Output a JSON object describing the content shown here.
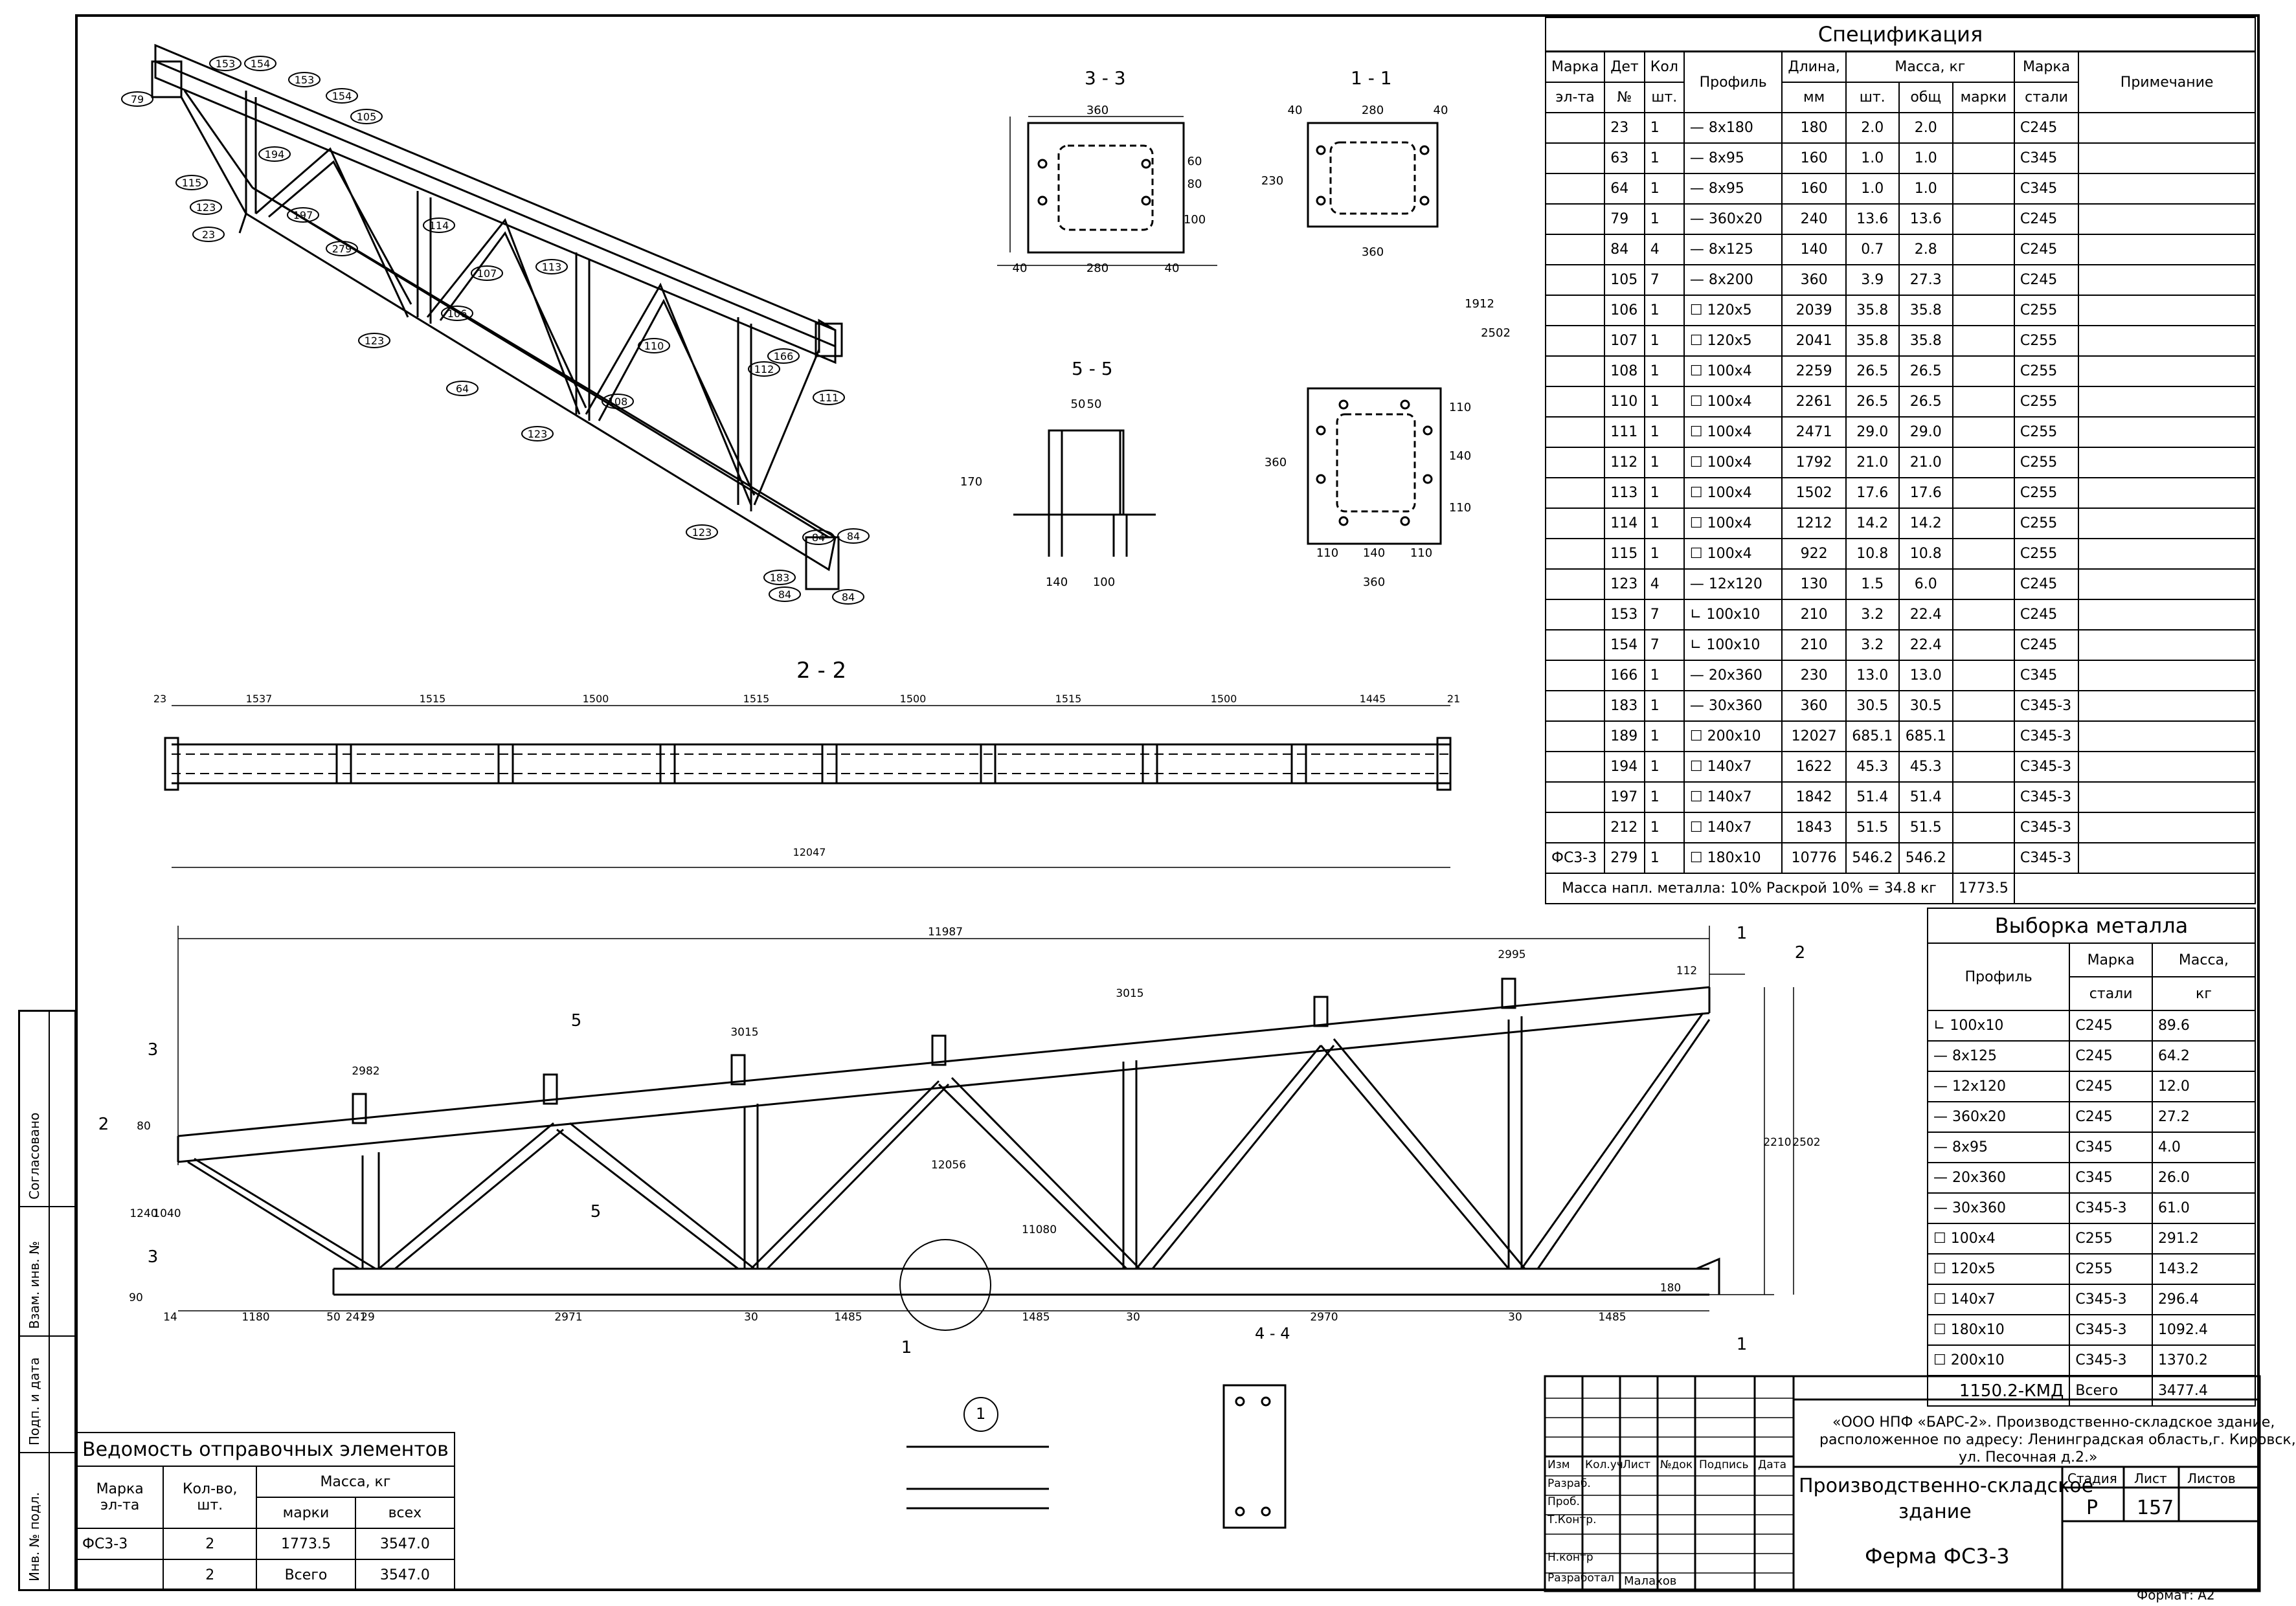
{
  "spec": {
    "title": "Спецификация",
    "headers": {
      "mark": "Марка",
      "mark2": "эл-та",
      "det": "Дет",
      "det2": "№",
      "qty": "Кол",
      "qty2": "шт.",
      "profile": "Профиль",
      "length": "Длина,",
      "length2": "мм",
      "mass": "Масса, кг",
      "mass_pc": "шт.",
      "mass_total": "общ",
      "mass_mark": "марки",
      "steel": "Марка",
      "steel2": "стали",
      "note": "Примечание"
    },
    "mark_name": "ФС3-3",
    "rows": [
      {
        "det": "23",
        "qty": "1",
        "profile": "— 8х180",
        "len": "180",
        "m1": "2.0",
        "mt": "2.0",
        "steel": "C245"
      },
      {
        "det": "63",
        "qty": "1",
        "profile": "— 8х95",
        "len": "160",
        "m1": "1.0",
        "mt": "1.0",
        "steel": "C345"
      },
      {
        "det": "64",
        "qty": "1",
        "profile": "— 8х95",
        "len": "160",
        "m1": "1.0",
        "mt": "1.0",
        "steel": "C345"
      },
      {
        "det": "79",
        "qty": "1",
        "profile": "— 360х20",
        "len": "240",
        "m1": "13.6",
        "mt": "13.6",
        "steel": "C245"
      },
      {
        "det": "84",
        "qty": "4",
        "profile": "— 8х125",
        "len": "140",
        "m1": "0.7",
        "mt": "2.8",
        "steel": "C245"
      },
      {
        "det": "105",
        "qty": "7",
        "profile": "— 8х200",
        "len": "360",
        "m1": "3.9",
        "mt": "27.3",
        "steel": "C245"
      },
      {
        "det": "106",
        "qty": "1",
        "profile": "☐ 120х5",
        "len": "2039",
        "m1": "35.8",
        "mt": "35.8",
        "steel": "C255"
      },
      {
        "det": "107",
        "qty": "1",
        "profile": "☐ 120х5",
        "len": "2041",
        "m1": "35.8",
        "mt": "35.8",
        "steel": "C255"
      },
      {
        "det": "108",
        "qty": "1",
        "profile": "☐ 100х4",
        "len": "2259",
        "m1": "26.5",
        "mt": "26.5",
        "steel": "C255"
      },
      {
        "det": "110",
        "qty": "1",
        "profile": "☐ 100х4",
        "len": "2261",
        "m1": "26.5",
        "mt": "26.5",
        "steel": "C255"
      },
      {
        "det": "111",
        "qty": "1",
        "profile": "☐ 100х4",
        "len": "2471",
        "m1": "29.0",
        "mt": "29.0",
        "steel": "C255"
      },
      {
        "det": "112",
        "qty": "1",
        "profile": "☐ 100х4",
        "len": "1792",
        "m1": "21.0",
        "mt": "21.0",
        "steel": "C255"
      },
      {
        "det": "113",
        "qty": "1",
        "profile": "☐ 100х4",
        "len": "1502",
        "m1": "17.6",
        "mt": "17.6",
        "steel": "C255"
      },
      {
        "det": "114",
        "qty": "1",
        "profile": "☐ 100х4",
        "len": "1212",
        "m1": "14.2",
        "mt": "14.2",
        "steel": "C255"
      },
      {
        "det": "115",
        "qty": "1",
        "profile": "☐ 100х4",
        "len": "922",
        "m1": "10.8",
        "mt": "10.8",
        "steel": "C255"
      },
      {
        "det": "123",
        "qty": "4",
        "profile": "— 12х120",
        "len": "130",
        "m1": "1.5",
        "mt": "6.0",
        "steel": "C245"
      },
      {
        "det": "153",
        "qty": "7",
        "profile": "∟ 100х10",
        "len": "210",
        "m1": "3.2",
        "mt": "22.4",
        "steel": "C245"
      },
      {
        "det": "154",
        "qty": "7",
        "profile": "∟ 100х10",
        "len": "210",
        "m1": "3.2",
        "mt": "22.4",
        "steel": "C245"
      },
      {
        "det": "166",
        "qty": "1",
        "profile": "— 20х360",
        "len": "230",
        "m1": "13.0",
        "mt": "13.0",
        "steel": "C345"
      },
      {
        "det": "183",
        "qty": "1",
        "profile": "— 30х360",
        "len": "360",
        "m1": "30.5",
        "mt": "30.5",
        "steel": "C345-3"
      },
      {
        "det": "189",
        "qty": "1",
        "profile": "☐ 200х10",
        "len": "12027",
        "m1": "685.1",
        "mt": "685.1",
        "steel": "C345-3"
      },
      {
        "det": "194",
        "qty": "1",
        "profile": "☐ 140х7",
        "len": "1622",
        "m1": "45.3",
        "mt": "45.3",
        "steel": "C345-3"
      },
      {
        "det": "197",
        "qty": "1",
        "profile": "☐ 140х7",
        "len": "1842",
        "m1": "51.4",
        "mt": "51.4",
        "steel": "C345-3"
      },
      {
        "det": "212",
        "qty": "1",
        "profile": "☐ 140х7",
        "len": "1843",
        "m1": "51.5",
        "mt": "51.5",
        "steel": "C345-3"
      },
      {
        "det": "279",
        "qty": "1",
        "profile": "☐ 180х10",
        "len": "10776",
        "m1": "546.2",
        "mt": "546.2",
        "steel": "C345-3"
      }
    ],
    "footer": "Масса напл. металла: 10% Раскрой 10%  = 34.8 кг",
    "footer_total": "1773.5"
  },
  "vyborka": {
    "title": "Выборка металла",
    "headers": {
      "profile": "Профиль",
      "steel": "Марка",
      "steel2": "стали",
      "mass": "Масса,",
      "mass2": "кг"
    },
    "rows": [
      {
        "profile": "∟ 100х10",
        "steel": "C245",
        "mass": "89.6"
      },
      {
        "profile": "— 8х125",
        "steel": "C245",
        "mass": "64.2"
      },
      {
        "profile": "— 12х120",
        "steel": "C245",
        "mass": "12.0"
      },
      {
        "profile": "— 360х20",
        "steel": "C245",
        "mass": "27.2"
      },
      {
        "profile": "— 8х95",
        "steel": "C345",
        "mass": "4.0"
      },
      {
        "profile": "— 20х360",
        "steel": "C345",
        "mass": "26.0"
      },
      {
        "profile": "— 30х360",
        "steel": "C345-3",
        "mass": "61.0"
      },
      {
        "profile": "☐ 100х4",
        "steel": "C255",
        "mass": "291.2"
      },
      {
        "profile": "☐ 120х5",
        "steel": "C255",
        "mass": "143.2"
      },
      {
        "profile": "☐ 140х7",
        "steel": "C345-3",
        "mass": "296.4"
      },
      {
        "profile": "☐ 180х10",
        "steel": "C345-3",
        "mass": "1092.4"
      },
      {
        "profile": "☐ 200х10",
        "steel": "C345-3",
        "mass": "1370.2"
      }
    ],
    "total_label": "Всего",
    "total": "3477.4"
  },
  "vedomost": {
    "title": "Ведомость отправочных элементов",
    "headers": {
      "mark": "Марка",
      "mark2": "эл-та",
      "qty": "Кол-во,",
      "qty2": "шт.",
      "mass": "Масса, кг",
      "mass_mark": "марки",
      "mass_all": "всех"
    },
    "rows": [
      {
        "mark": "ФС3-3",
        "qty": "2",
        "m": "1773.5",
        "all": "3547.0"
      }
    ],
    "total": {
      "qty": "2",
      "label": "Всего",
      "all": "3547.0"
    }
  },
  "stamp": {
    "code": "1150.2-КМД",
    "org": "«ООО НПФ «БАРС-2». Производственно-складское здание,",
    "org2": "расположенное по адресу: Ленинградская область,г. Кировск,",
    "org3": "ул. Песочная д.2.»",
    "cols": [
      "Изм",
      "Кол.уч",
      "Лист",
      "№док",
      "Подпись",
      "Дата"
    ],
    "roles": [
      "Разраб.",
      "Проб.",
      "Т.Контр.",
      "",
      "Н.контр",
      "Разработал"
    ],
    "author": "Малахов",
    "building": "Производственно-складское",
    "building2": "здание",
    "stage_h": "Стадия",
    "sheet_h": "Лист",
    "sheets_h": "Листов",
    "stage": "Р",
    "sheet": "157",
    "drawing": "Ферма ФС3-3",
    "format": "Формат: А2"
  },
  "side_stamp": [
    "Согласовано",
    "Взам. инв. №",
    "Подп. и дата",
    "Инв. № подл."
  ],
  "views": {
    "v33": "3 - 3",
    "v11": "1 - 1",
    "v55": "5 - 5",
    "v22": "2 - 2",
    "v44": "4 - 4",
    "node": "1"
  }
}
